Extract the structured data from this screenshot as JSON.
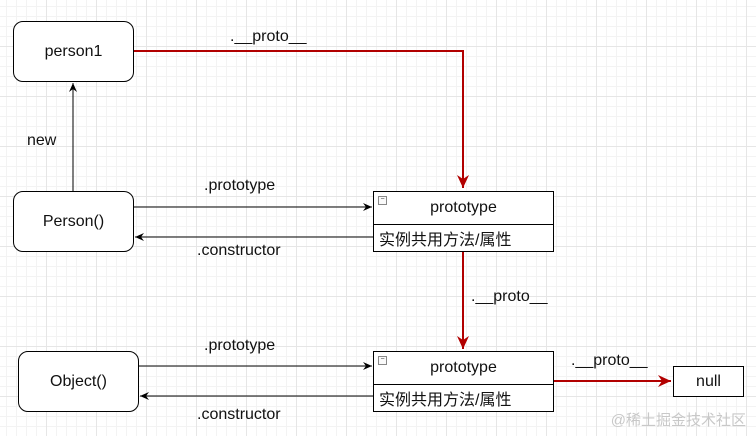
{
  "nodes": {
    "person1": "person1",
    "person_ctor": "Person()",
    "object_ctor": "Object()",
    "null_node": "null"
  },
  "prototype_boxes": [
    {
      "title": "prototype",
      "body": "实例共用方法/属性",
      "collapse_glyph": "−"
    },
    {
      "title": "prototype",
      "body": "实例共用方法/属性",
      "collapse_glyph": "−"
    }
  ],
  "edge_labels": {
    "person1_proto": ".__proto__",
    "new": "new",
    "person_prototype": ".prototype",
    "person_constructor": ".constructor",
    "proto_chain": ".__proto__",
    "object_prototype": ".prototype",
    "object_constructor": ".constructor",
    "null_proto": ".__proto__"
  },
  "colors": {
    "proto_edge": "#b20000",
    "normal_edge": "#000000"
  },
  "watermark": "@稀土掘金技术社区"
}
